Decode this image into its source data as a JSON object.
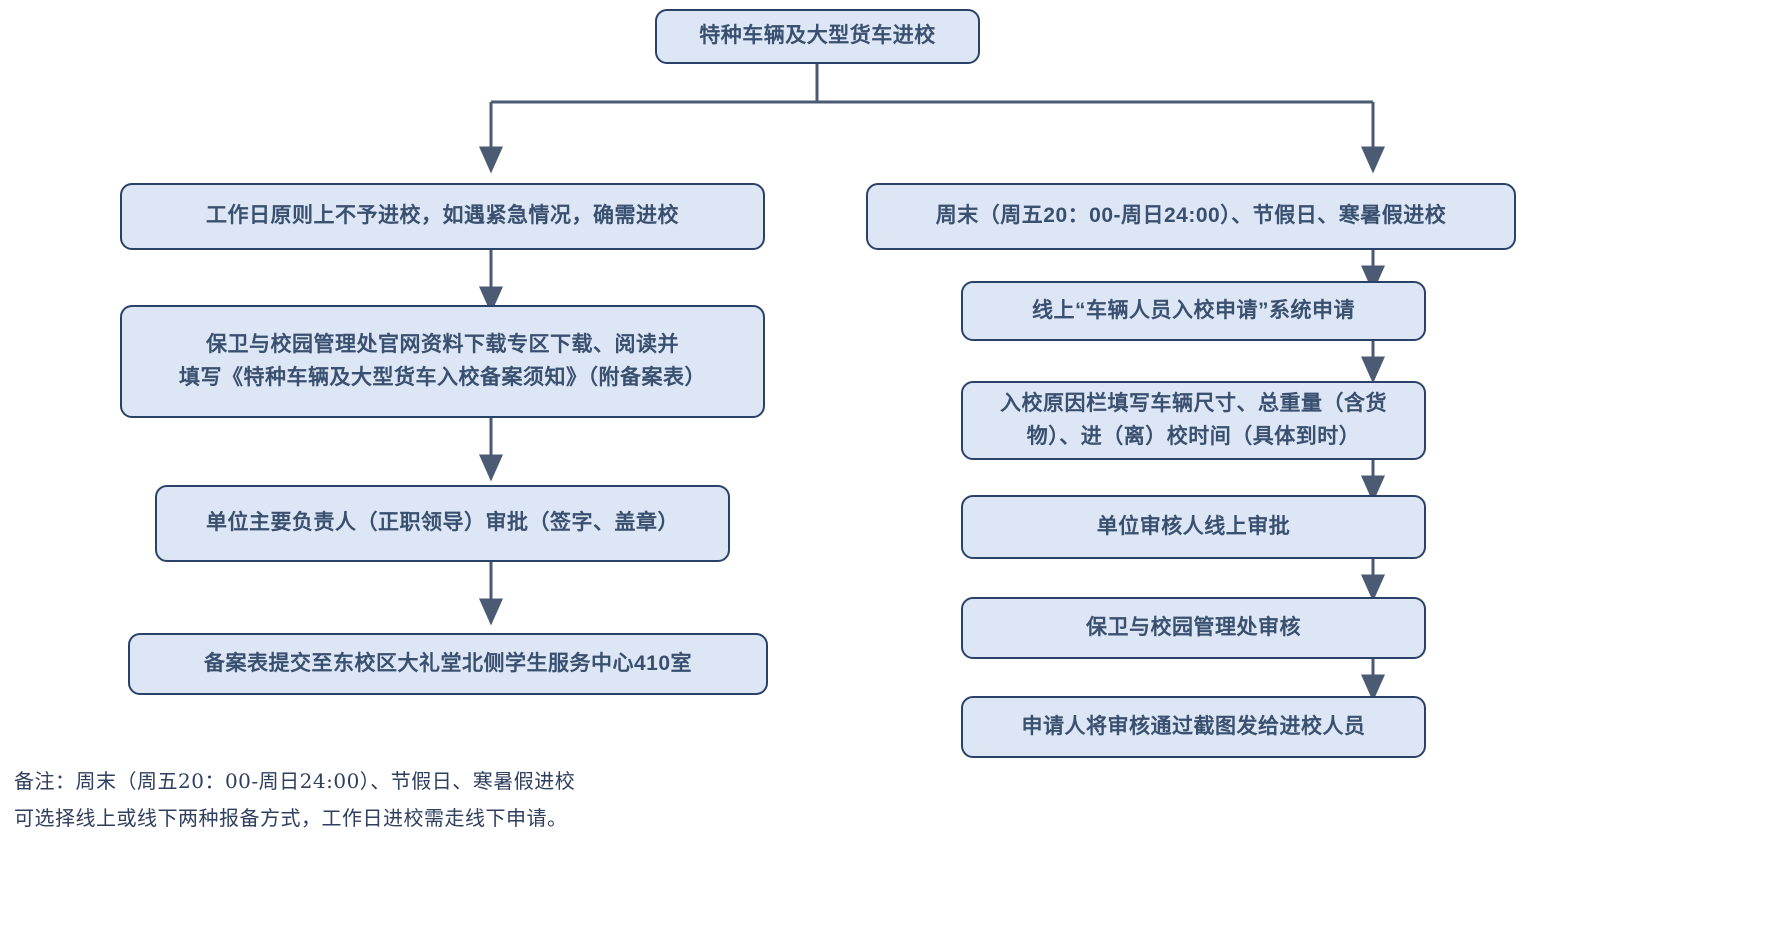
{
  "diagram": {
    "title_node": {
      "label": "特种车辆及大型货车进校"
    },
    "left_branch": {
      "steps": [
        {
          "label": "工作日原则上不予进校，如遇紧急情况，确需进校"
        },
        {
          "label": "保卫与校园管理处官网资料下载专区下载、阅读并\n填写《特种车辆及大型货车入校备案须知》（附备案表）"
        },
        {
          "label": "单位主要负责人（正职领导）审批（签字、盖章）"
        },
        {
          "label": "备案表提交至东校区大礼堂北侧学生服务中心410室"
        }
      ]
    },
    "right_branch": {
      "steps": [
        {
          "label": "周末（周五20：00-周日24:00）、节假日、寒暑假进校"
        },
        {
          "label": "线上“车辆人员入校申请”系统申请"
        },
        {
          "label": "入校原因栏填写车辆尺寸、总重量（含货\n物）、进（离）校时间（具体到时）"
        },
        {
          "label": "单位审核人线上审批"
        },
        {
          "label": "保卫与校园管理处审核"
        },
        {
          "label": "申请人将审核通过截图发给进校人员"
        }
      ]
    },
    "footnote": {
      "text": "备注：周末（周五20：00-周日24:00）、节假日、寒暑假进校\n可选择线上或线下两种报备方式，工作日进校需走线下申请。"
    },
    "colors": {
      "node_fill": "#dce6f4",
      "node_border": "#2b4268",
      "node_text": "#3a5070",
      "connector": "#4a5b73",
      "footnote_text": "#2f3f5e",
      "background": "#ffffff"
    }
  }
}
